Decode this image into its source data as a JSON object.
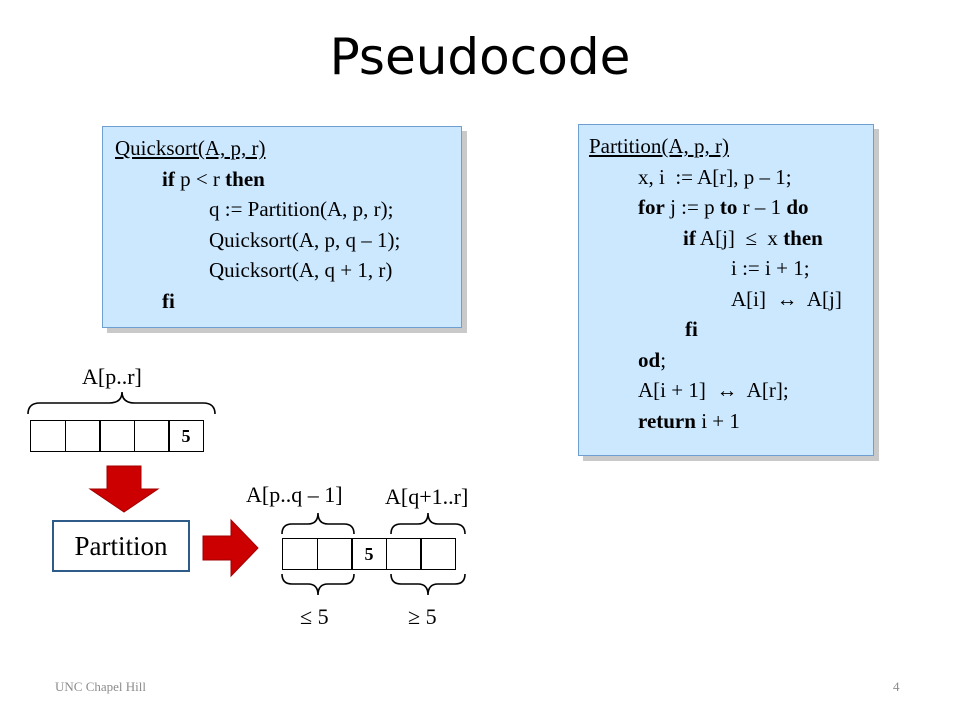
{
  "title": "Pseudocode",
  "quicksort": {
    "header": "Quicksort(A, p, r)",
    "if_kw": "if",
    "if_cond": " p < r ",
    "then_kw": "then",
    "line3": "q := Partition(A, p, r);",
    "line4": "Quicksort(A, p, q – 1);",
    "line5": "Quicksort(A, q + 1, r)",
    "fi_kw": "fi"
  },
  "partition": {
    "header": "Partition(A, p, r)",
    "line2": "x, i  := A[r], p – 1;",
    "for_kw": "for",
    "for_mid1": " j := p ",
    "to_kw": "to",
    "for_mid2": " r – 1 ",
    "do_kw": "do",
    "if_kw": "if",
    "if_cond": " A[j]  ≤  x ",
    "then_kw": "then",
    "line5": "i := i + 1;",
    "line6": "A[i]  ↔  A[j]",
    "fi_kw": "fi",
    "od_kw": "od",
    "od_semicolon": ";",
    "line9": "A[i + 1]  ↔  A[r];",
    "return_kw": "return",
    "return_rest": " i + 1"
  },
  "diagram": {
    "array_label": "A[p..r]",
    "pivot_value": "5",
    "partition_label": "Partition",
    "left_label": "A[p..q – 1]",
    "right_label": "A[q+1..r]",
    "le_label": "≤ 5",
    "ge_label": "≥ 5",
    "arrow_color": "#cc0000"
  },
  "footer": {
    "institution": "UNC Chapel Hill",
    "page_number": "4"
  }
}
